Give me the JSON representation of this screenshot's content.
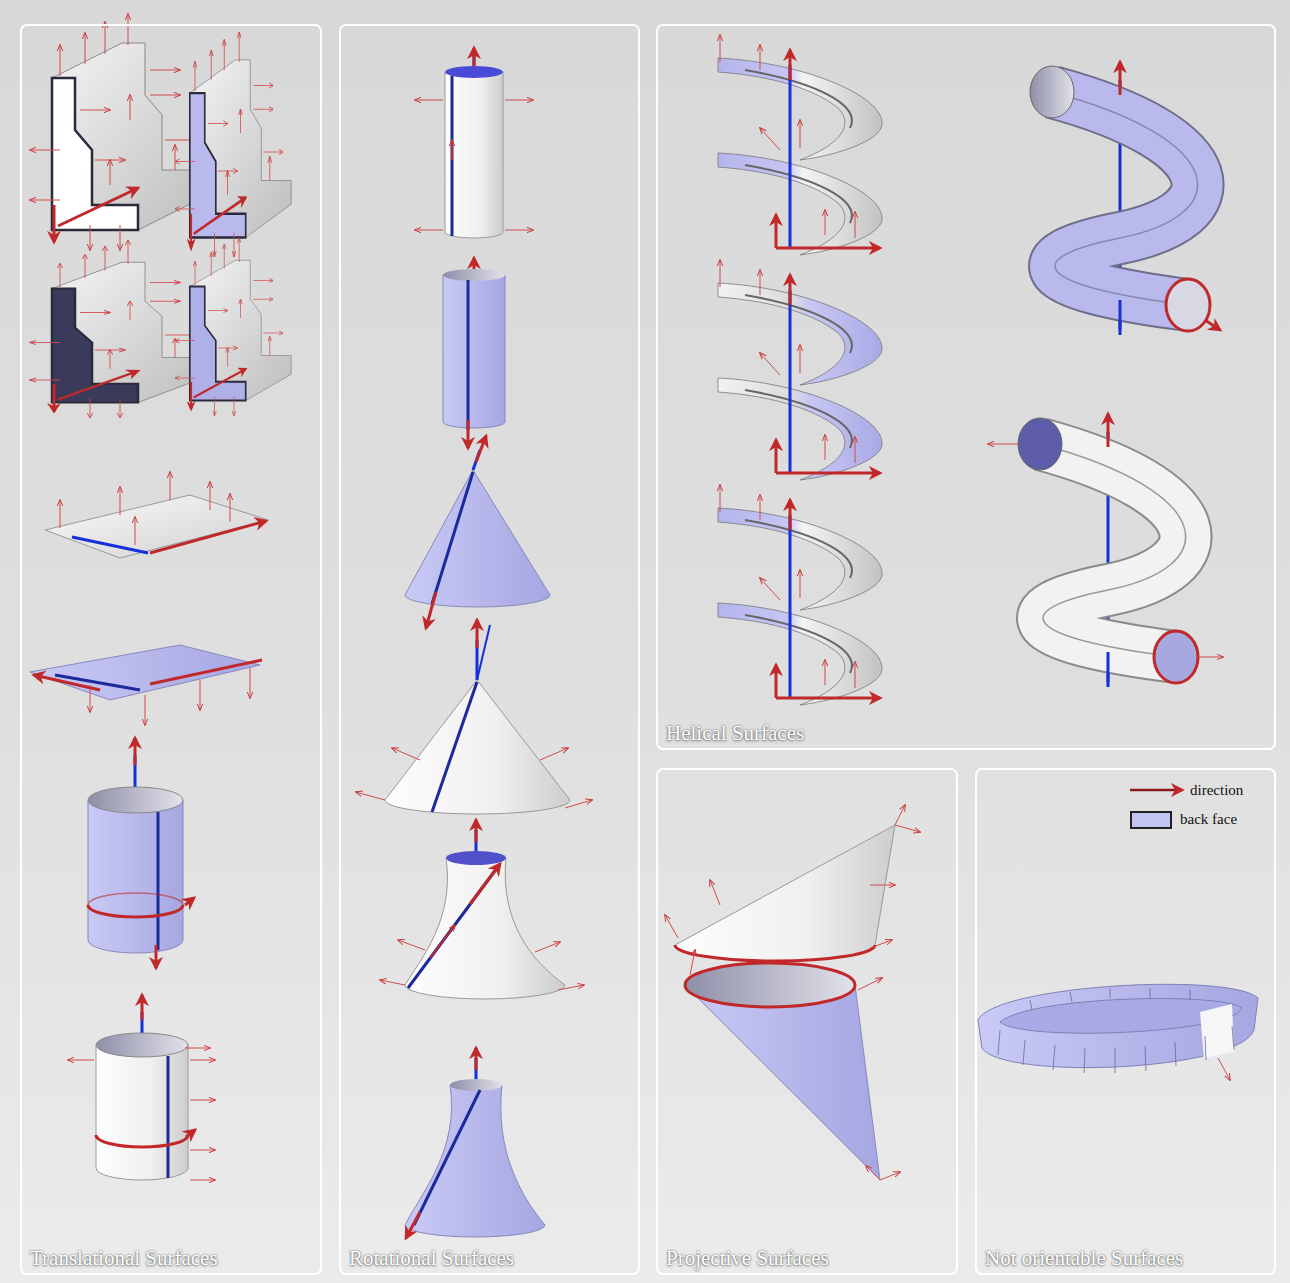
{
  "diagram": {
    "nodes": [
      {
        "text": [
          "Translational Surfaces"
        ]
      },
      {
        "text": [
          "Rotational Surfaces"
        ]
      },
      {
        "text": [
          "Helical Surfaces"
        ]
      },
      {
        "text": [
          "Projective Surfaces"
        ]
      },
      {
        "text": [
          "Not orientable Surfaces"
        ]
      }
    ],
    "legend": [
      {
        "text": "direction"
      },
      {
        "text": "back face",
        "color": "#c4c4f2"
      }
    ]
  }
}
